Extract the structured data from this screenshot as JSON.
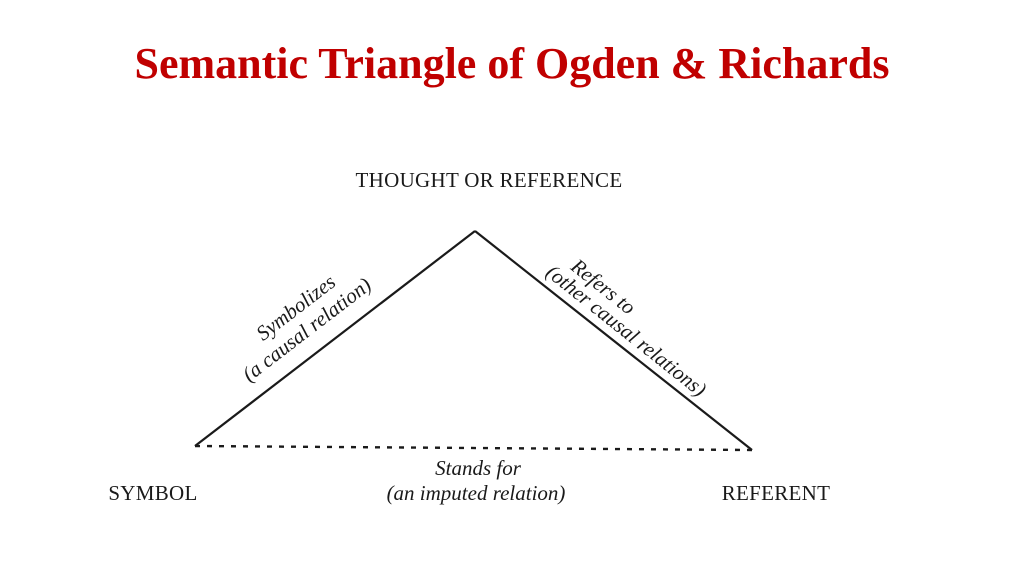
{
  "title": "Semantic Triangle of Ogden & Richards",
  "nodes": {
    "top": "THOUGHT OR REFERENCE",
    "left": "SYMBOL",
    "right": "REFERENT"
  },
  "edges": {
    "left": {
      "line1": "Symbolizes",
      "line2": "(a causal relation)"
    },
    "right": {
      "line1": "Refers to",
      "line2": "(other causal relations)"
    },
    "bottom": {
      "line1": "Stands for",
      "line2": "(an imputed relation)"
    }
  },
  "colors": {
    "title": "#c00000",
    "ink": "#1a1a1a",
    "background": "#ffffff"
  }
}
